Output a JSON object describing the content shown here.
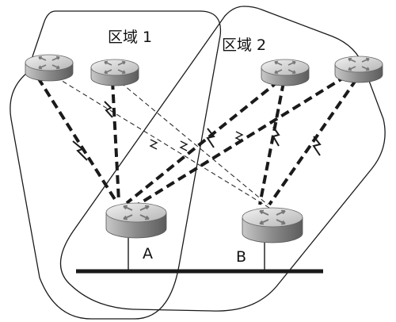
{
  "zones": [
    {
      "label": "区域 1"
    },
    {
      "label": "区域 2"
    }
  ],
  "routers": {
    "A": {
      "label": "A"
    },
    "B": {
      "label": "B"
    }
  },
  "colors": {
    "line": "#1a1a1a",
    "router_light": "#d9d9d9",
    "router_mid": "#a8a8a8",
    "router_dark": "#6e6e6e"
  }
}
